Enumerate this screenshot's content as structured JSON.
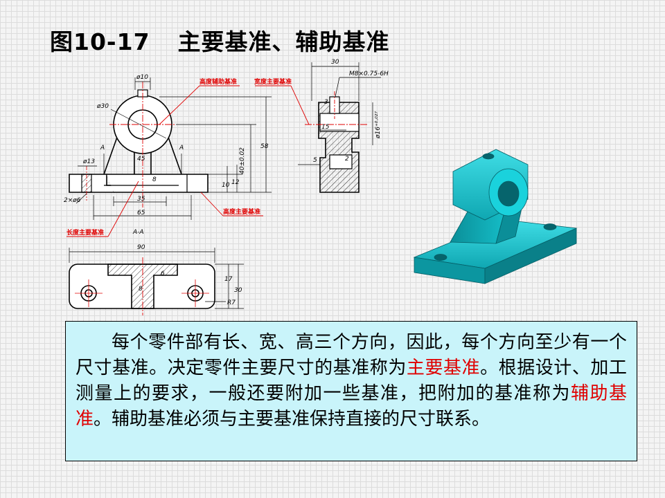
{
  "slide": {
    "title_number": "图10-17",
    "title_text": "主要基准、辅助基准"
  },
  "drawing": {
    "labels": {
      "height_aux": "高度辅助基准",
      "width_main": "宽度主要基准",
      "height_main": "高度主要基准",
      "length_main": "长度主要基准",
      "section": "A-A",
      "section_mark": "A"
    },
    "dims": {
      "d10": "ø10",
      "d30": "ø30",
      "d13": "ø13",
      "holes": "2×ø6",
      "v45": "45",
      "v8": "8",
      "v35": "35",
      "v65": "65",
      "v58": "58",
      "v40": "40±0.02",
      "v10": "10",
      "v12": "12",
      "v90": "90",
      "v17": "17",
      "v30": "30",
      "r7": "R7",
      "v8b": "8",
      "v6": "6",
      "top30": "30",
      "thread": "M8×0.75-6H",
      "v3": "3",
      "v15": "15",
      "d16": "ø16⁺⁰·⁰²⁷",
      "v5": "5",
      "v2": "2"
    }
  },
  "body": {
    "p1": "每个零件部有长、宽、高三个方向，因此，每个方向至少有一个尺寸基准。决定零件主要尺寸的基准称为",
    "hl1": "主要基准",
    "p2": "。根据设计、加工测量上的要求，一般还要附加一些基准，把附加的基准称为",
    "hl2": "辅助基准",
    "p3": "。辅助基准必须与主要基准保持直接的尺寸联系。"
  },
  "colors": {
    "label_red": "#e00000",
    "text_box_bg": "#c9f4fa",
    "model_cyan": "#12b5c0"
  }
}
